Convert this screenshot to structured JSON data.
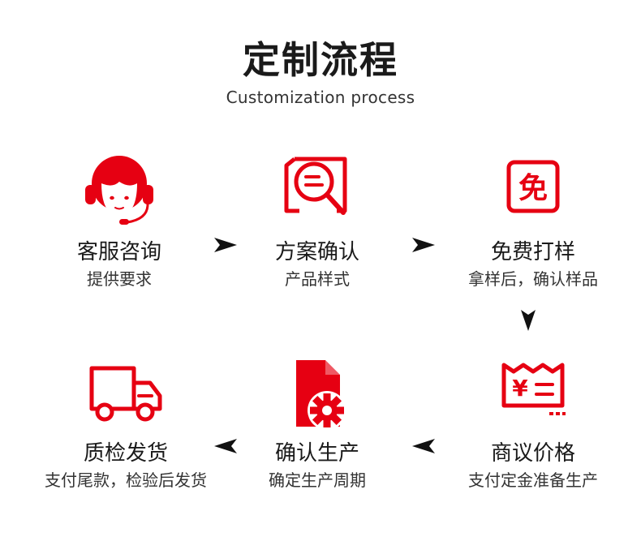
{
  "header": {
    "title": "定制流程",
    "subtitle": "Customization process"
  },
  "accent_color": "#e60012",
  "steps": [
    {
      "name": "客服咨询",
      "desc": "提供要求",
      "icon": "customer-service-headset-icon"
    },
    {
      "name": "方案确认",
      "desc": "产品样式",
      "icon": "document-magnifier-icon"
    },
    {
      "name": "免费打样",
      "desc": "拿样后，确认样品",
      "icon": "free-stamp-icon"
    },
    {
      "name": "商议价格",
      "desc": "支付定金准备生产",
      "icon": "yen-receipt-icon"
    },
    {
      "name": "确认生产",
      "desc": "确定生产周期",
      "icon": "document-gear-icon"
    },
    {
      "name": "质检发货",
      "desc": "支付尾款，检验后发货",
      "icon": "delivery-truck-icon"
    }
  ],
  "stamp_char": "免",
  "yen_char": "¥"
}
